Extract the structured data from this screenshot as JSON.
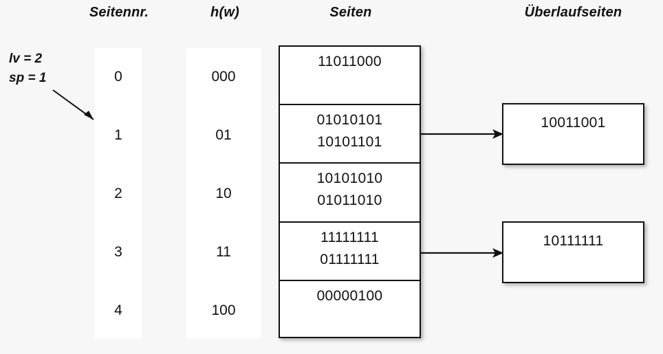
{
  "headers": {
    "seitennr": "Seitennr.",
    "hw": "h(w)",
    "seiten": "Seiten",
    "ueberlaufseiten": "Überlaufseiten"
  },
  "params": {
    "lv": "lv = 2",
    "sp": "sp = 1"
  },
  "colors": {
    "background": "#f7f7f7",
    "box_fill": "#ffffff",
    "stroke": "#111111",
    "text": "#111111"
  },
  "rows": [
    {
      "seitennr": "0",
      "hw": "000"
    },
    {
      "seitennr": "1",
      "hw": "01"
    },
    {
      "seitennr": "2",
      "hw": "10"
    },
    {
      "seitennr": "3",
      "hw": "11"
    },
    {
      "seitennr": "4",
      "hw": "100"
    }
  ],
  "pages": [
    {
      "line1": "11011000",
      "line2": ""
    },
    {
      "line1": "01010101",
      "line2": "10101101"
    },
    {
      "line1": "10101010",
      "line2": "01011010"
    },
    {
      "line1": "11111111",
      "line2": "01111111"
    },
    {
      "line1": "00000100",
      "line2": ""
    }
  ],
  "overflow_pages": [
    {
      "line1": "10011001"
    },
    {
      "line1": "10111111"
    }
  ]
}
